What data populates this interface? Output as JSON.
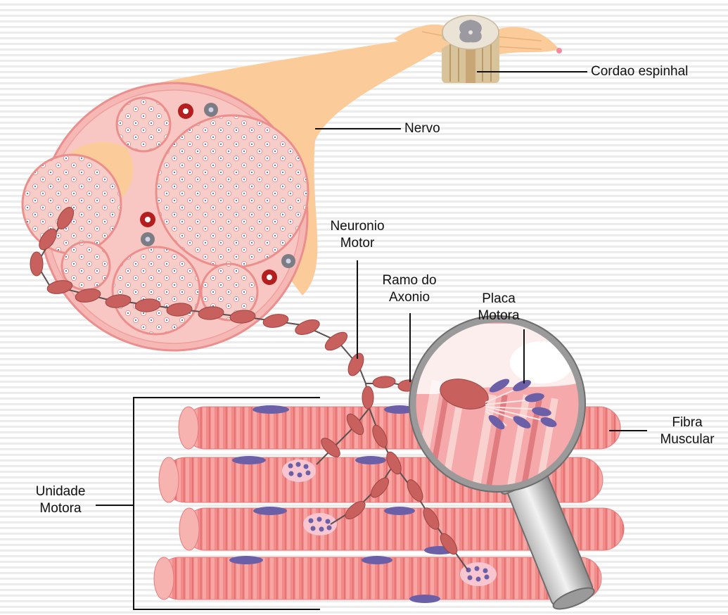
{
  "labels": {
    "spinal_cord": "Cordao espinhal",
    "nerve": "Nervo",
    "motor_neuron": [
      "Neuronio",
      "Motor"
    ],
    "axon_branch": [
      "Ramo do",
      "Axonio"
    ],
    "motor_plate": [
      "Placa",
      "Motora"
    ],
    "muscle_fiber": [
      "Fibra",
      "Muscular"
    ],
    "motor_unit": [
      "Unidade",
      "Motora"
    ]
  },
  "colors": {
    "nerve_sheath": "#fccb9a",
    "nerve_section": "#f8b4b0",
    "fascicle": "#f7c4c1",
    "muscle": "#f28a8a",
    "axon_segment": "#c8615d",
    "nucleus": "#6b5fa8",
    "artery": "#b51e1e",
    "vein": "#7c7c84",
    "lens_frame": "#9a9a9a"
  },
  "icons": [
    "magnifier-icon",
    "spinal-cord-section",
    "nerve-cross-section",
    "muscle-fibers"
  ]
}
